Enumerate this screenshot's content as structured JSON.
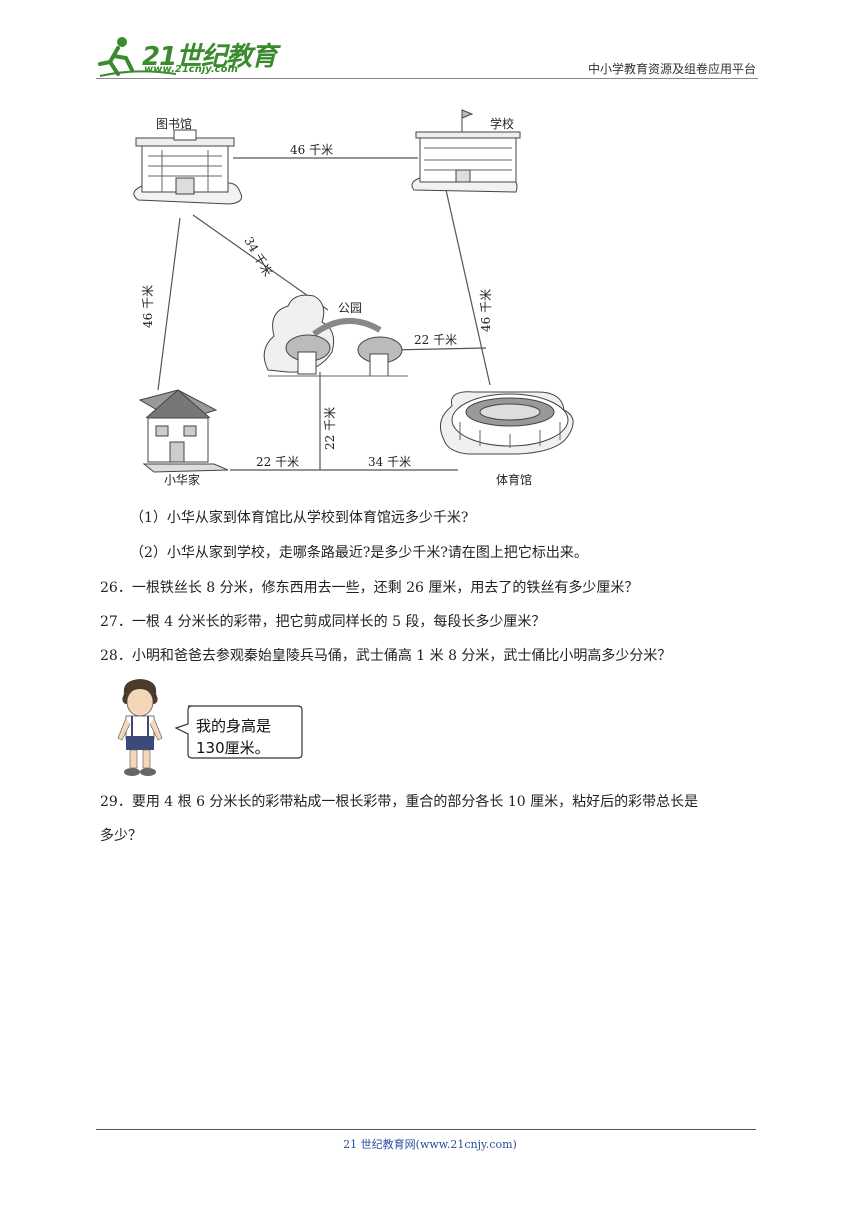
{
  "header": {
    "logo_main": "21世纪教育",
    "logo_url": "www.21cnjy.com",
    "right_text": "中小学教育资源及组卷应用平台"
  },
  "map": {
    "places": {
      "library": "图书馆",
      "school": "学校",
      "park": "公园",
      "home": "小华家",
      "gym": "体育馆"
    },
    "distances": {
      "library_school": "46 千米",
      "library_park": "34 千米",
      "library_home": "46 千米",
      "school_gym": "46 千米",
      "park_gym": "22 千米",
      "park_road": "22 千米",
      "home_junction": "22 千米",
      "junction_gym": "34 千米"
    }
  },
  "questions": {
    "sub1": "（1）小华从家到体育馆比从学校到体育馆远多少千米?",
    "sub2": "（2）小华从家到学校，走哪条路最近?是多少千米?请在图上把它标出来。",
    "q26": "26．一根铁丝长 8 分米，修东西用去一些，还剩 26 厘米，用去了的铁丝有多少厘米？",
    "q27": "27．一根 4 分米长的彩带，把它剪成同样长的 5 段，每段长多少厘米？",
    "q28": "28．小明和爸爸去参观秦始皇陵兵马俑，武士俑高 1 米 8 分米，武士俑比小明高多少分米？",
    "q29_line1": "29．要用 4 根 6 分米长的彩带粘成一根长彩带，重合的部分各长 10 厘米，粘好后的彩带总长是",
    "q29_line2": "多少？"
  },
  "speech_bubble": {
    "line1": "我的身高是",
    "line2": "130厘米。"
  },
  "footer": {
    "text": "21 世纪教育网(www.21cnjy.com)"
  }
}
